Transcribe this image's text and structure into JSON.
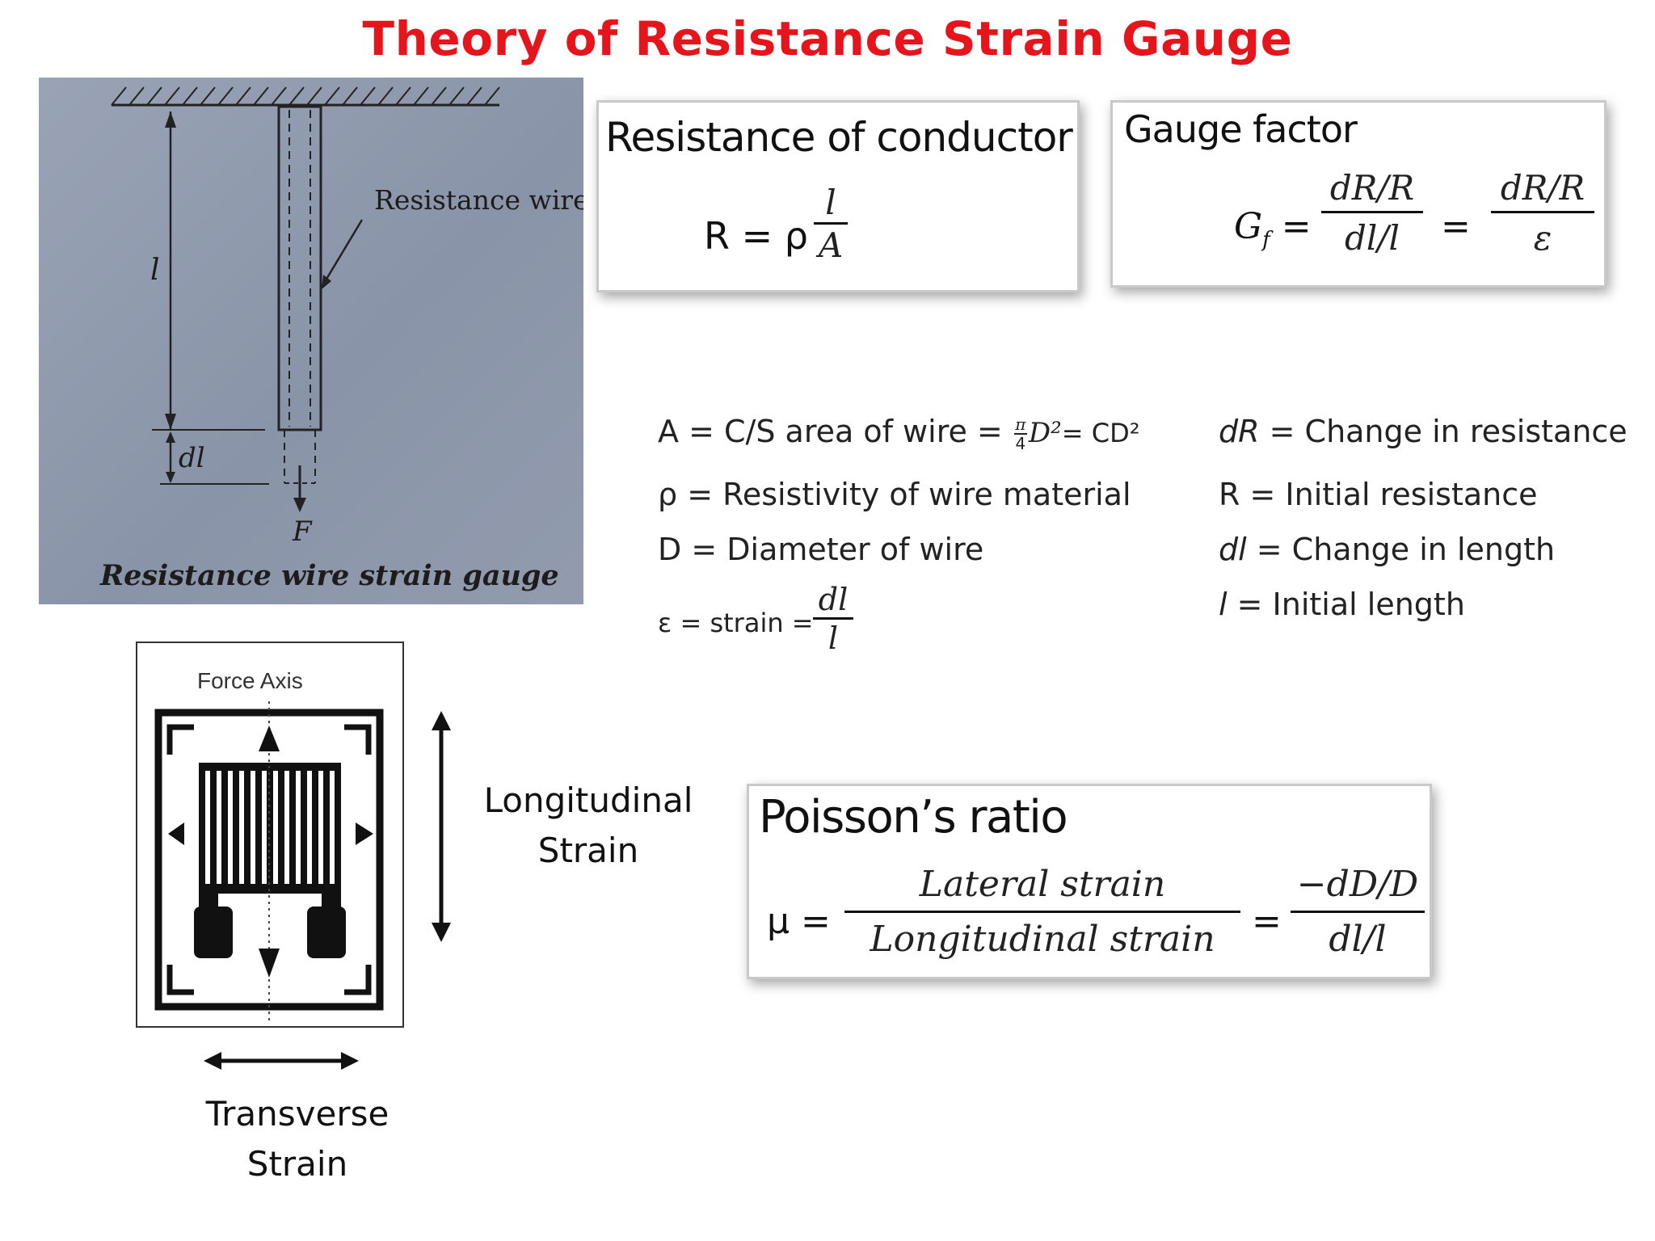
{
  "title": "Theory of Resistance Strain Gauge",
  "scan": {
    "wire_label": "Resistance wire",
    "length_symbol": "l",
    "delta_symbol": "dl",
    "force_symbol": "F",
    "caption": "Resistance wire strain gauge"
  },
  "resistance_box": {
    "title": "Resistance of conductor",
    "lhs": "R = ρ",
    "num": "l",
    "den": "A"
  },
  "gauge_factor_box": {
    "title": "Gauge factor",
    "lhs": "G",
    "lhs_sub": "f",
    "eq": "=",
    "frac1_num": "dR/R",
    "frac1_den": "dl/l",
    "eq2": "=",
    "frac2_num": "dR/R",
    "frac2_den": "ε"
  },
  "definitions_left": {
    "area_prefix": "A = C/S area of wire =",
    "area_pi": "π",
    "area_four": "4",
    "area_d2": "D²",
    "area_suffix": "= CD²",
    "rho": "ρ = Resistivity of wire material",
    "diameter": "D = Diameter of wire",
    "strain_prefix": "ε = strain =",
    "strain_num": "dl",
    "strain_den": "l"
  },
  "definitions_right": {
    "dR_sym": "dR",
    "dR_text": " = Change in resistance",
    "R": "R = Initial resistance",
    "dl_sym": "dl",
    "dl_text": " = Change in length",
    "l_sym": "l",
    "l_text": " = Initial length"
  },
  "gauge_drawing": {
    "force_axis": "Force Axis"
  },
  "longitudinal_label": [
    "Longitudinal",
    "Strain"
  ],
  "transverse_label": [
    "Transverse",
    "Strain"
  ],
  "poisson_box": {
    "title": "Poisson’s ratio",
    "lhs": "μ =",
    "frac1_num": "Lateral strain",
    "frac1_den": "Longitudinal strain",
    "eq": "=",
    "frac2_num": "−dD/D",
    "frac2_den": "dl/l"
  }
}
